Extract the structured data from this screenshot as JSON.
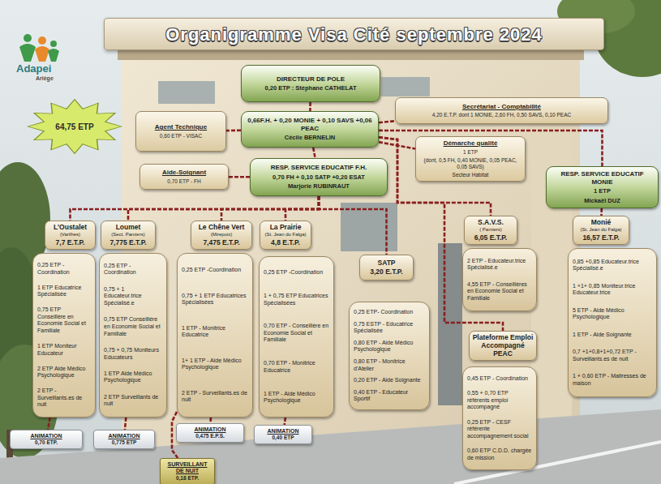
{
  "diagram": {
    "title": "Organigramme Visa Cité septembre 2024",
    "nodes": [
      {
        "text": [
          "DIRECTEUR DE POLE",
          "0,20 ETP : Stéphane CATHELAT"
        ]
      },
      {
        "text": [
          "0,66F.H. + 0,20 MONIE + 0,10 SAVS +0,06 PEAC",
          "Cécile BERNELIN"
        ]
      },
      {
        "text": [
          "Agent Technique",
          "0,60 ETP - VISAC"
        ]
      },
      {
        "text": [
          "Aide-Soignant",
          "0,70 ETP - FH"
        ]
      },
      {
        "text": [
          "Secrétariat - Comptabilité",
          "4,20 E.T.P. dont 1 MONIE, 2,60 FH, 0,50 SAVS, 0,10 PEAC"
        ]
      },
      {
        "text": [
          "Démarche qualité",
          "1 ETP",
          "(dont, 0,5 FH, 0,40 MONIE, 0,05 PEAC, 0,05 SAVS)",
          "Secteur Habitat"
        ]
      },
      {
        "text": [
          "RESP. SERVICE EDUCATIF F.H.",
          "0,70 FH + 0,10 SATP +0,20 ESAT",
          "Marjorie RUBINRAUT"
        ]
      },
      {
        "text": [
          "RESP. SERVICE EDUCATIF MONIE",
          "1 ETP",
          "Mickaël DUZ"
        ]
      },
      {
        "text": [
          "64,75 ETP"
        ]
      },
      {
        "text": [
          "L'Oustalet",
          "(Varilhes)",
          "7,7 E.T.P."
        ]
      },
      {
        "text": [
          "0,25 ETP - Coordination",
          "1 ETP Educatrice Spécialisée",
          "0,75 ETP Conseillère en Economie Social et Familiale",
          "1 ETP Moniteur Educateur",
          "2 ETP Aide Médico Psychologique",
          "2 ETP - Surveillants.es de nuit"
        ]
      },
      {
        "text": [
          "Loumet",
          "(Sect. Pamiers)",
          "7,775 E.T.P."
        ]
      },
      {
        "text": [
          "0,25 ETP - Coordination",
          "0,75 + 1 Educateur.trice Spécialisé.e",
          "0,75 ETP Conseillère en Economie Social et Familiale",
          "0,75 + 0,75 Moniteurs Educateurs",
          "1 ETP Aide Médico Psychologique",
          "2 ETP Surveillants de nuit"
        ]
      },
      {
        "text": [
          "Le Chêne Vert",
          "(Mirepoix)",
          "7,475 E.T.P."
        ]
      },
      {
        "text": [
          "0,25 ETP -Coordination",
          "0,75 + 1 ETP Educatrices Spécialisées",
          "1 ETP - Monitrice Educatrice",
          "1+ 1 ETP - Aide Médico Psychologique",
          "2 ETP - Surveillants.es de nuit"
        ]
      },
      {
        "text": [
          "La Prairie",
          "(St. Jean du Falga)",
          "4,8 E.T.P."
        ]
      },
      {
        "text": [
          "0,25 ETP -Coordination",
          "1 + 0,75 ETP Educatrices Spécialisées",
          "0,70 ETP - Conseillère en Economie Social et Familiale",
          "0,70 ETP - Monitrice Educatrice",
          "1 ETP - Aide Médico Psychologique"
        ]
      },
      {
        "text": [
          "SATP",
          "3,20 E.T.P."
        ]
      },
      {
        "text": [
          "0,25 ETP- Coordination",
          "0,75 ESTP - Educatrice Spécialisée",
          "0,80 ETP - Aide Médico Psychologique",
          "0,80 ETP - Monitrice d'Atelier",
          "0,20 ETP - Aide Soignante",
          "0,40 ETP - Educateur Sportif"
        ]
      },
      {
        "text": [
          "S.A.V.S.",
          "( Pamiers)",
          "6,05 E.T.P."
        ]
      },
      {
        "text": [
          "2 ETP - Educateur.trice Spécialisé.e",
          "4,55 ETP - Conseillères en Economie Social et Familiale"
        ]
      },
      {
        "text": [
          "Plateforme Emploi Accompagné PEAC"
        ]
      },
      {
        "text": [
          "0,45 ETP - Coordination",
          "0,55 + 0,70 ETP référents emploi accompagné",
          "0,25 ETP - CESF référente accompagnement social",
          "0,60 ETP C.D.D. chargée de mission"
        ]
      },
      {
        "text": [
          "Monié",
          "(St. Jean du Falga)",
          "16,57 E.T.P."
        ]
      },
      {
        "text": [
          "0,85 +0,85 Educateur.trice Spécialisé.e",
          "1 +1+ 0,85 Moniteur.trice Educateur.trice",
          "5 ETP - Aide Médico Psychologique",
          "1 ETP - Aide Soignante",
          "0,7 +1+0,8+1+0,72 ETP - Surveillants.es de nuit",
          "1 + 0,60 ETP - Maitresses de maison"
        ]
      },
      {
        "text": [
          "ANIMATION",
          "0,70 ETP."
        ]
      },
      {
        "text": [
          "ANIMATION",
          "0,775 ETP"
        ]
      },
      {
        "text": [
          "ANIMATION",
          "0,475 E.P.S."
        ]
      },
      {
        "text": [
          "ANIMATION",
          "0,40 ETP"
        ]
      },
      {
        "text": [
          "SURVEILLANT DE NUIT",
          "0,18 ETP."
        ]
      }
    ],
    "edges": [
      {
        "from": 0,
        "to": 1,
        "arrow": "none"
      },
      {
        "from": 1,
        "to": 2,
        "arrow": "none"
      },
      {
        "from": 6,
        "to": 3,
        "arrow": "none"
      },
      {
        "from": 1,
        "to": 4,
        "arrow": "none"
      },
      {
        "from": 1,
        "to": 5,
        "arrow": "none"
      },
      {
        "from": 1,
        "to": 6,
        "arrow": "none"
      },
      {
        "from": 1,
        "to": 7,
        "arrow": "none"
      },
      {
        "from": 6,
        "to": 9,
        "arrow": "none"
      },
      {
        "from": 6,
        "to": 11,
        "arrow": "none"
      },
      {
        "from": 6,
        "to": 13,
        "arrow": "none"
      },
      {
        "from": 6,
        "to": 15,
        "arrow": "none"
      },
      {
        "from": 6,
        "to": 17,
        "arrow": "none"
      },
      {
        "from": 1,
        "to": 19,
        "arrow": "none"
      },
      {
        "from": 1,
        "to": 21,
        "arrow": "none"
      },
      {
        "from": 7,
        "to": 23,
        "arrow": "none"
      },
      {
        "from": 10,
        "to": 25,
        "arrow": "none"
      },
      {
        "from": 12,
        "to": 26,
        "arrow": "none"
      },
      {
        "from": 14,
        "to": 27,
        "arrow": "none"
      },
      {
        "from": 16,
        "to": 28,
        "arrow": "none"
      },
      {
        "from": 14,
        "to": 29,
        "arrow": "none"
      }
    ],
    "labels": [
      "Adapei",
      "Ariège"
    ]
  }
}
